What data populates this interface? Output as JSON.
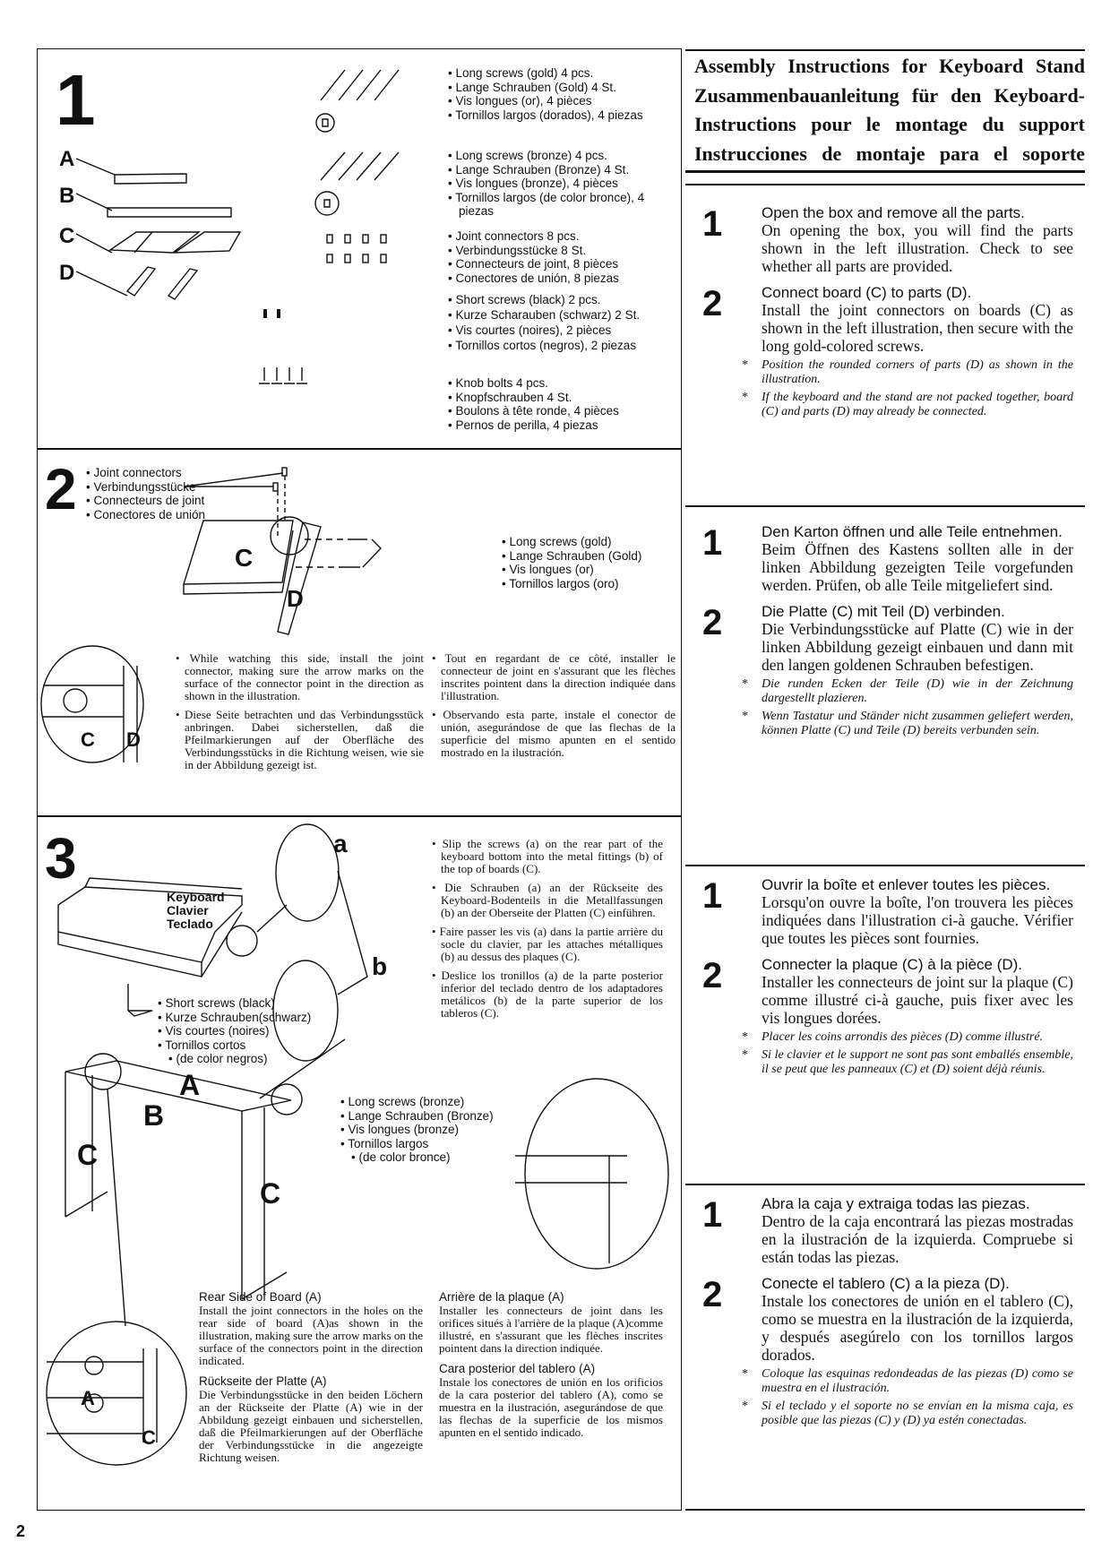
{
  "left": {
    "step1": {
      "number": "1",
      "part_labels": [
        "A",
        "B",
        "C",
        "D"
      ],
      "parts": [
        {
          "icon": "long-screw-gold-icon",
          "lines": [
            "Long screws (gold) 4 pcs.",
            "Lange Schrauben (Gold) 4 St.",
            "Vis longues (or), 4 pièces",
            "Tornillos largos (dorados), 4 piezas"
          ]
        },
        {
          "icon": "long-screw-bronze-icon",
          "lines": [
            "Long screws (bronze) 4 pcs.",
            "Lange Schrauben (Bronze) 4 St.",
            "Vis longues (bronze), 4 pièces",
            "Tornillos largos (de color bronce), 4 piezas"
          ]
        },
        {
          "icon": "joint-connector-icon",
          "lines": [
            "Joint connectors 8 pcs.",
            "Verbindungsstücke 8 St.",
            "Connecteurs de joint, 8 pièces",
            "Conectores de unión, 8 piezas"
          ]
        },
        {
          "icon": "short-screw-icon",
          "lines": [
            "Short screws (black) 2 pcs.",
            "Kurze Scharauben (schwarz) 2 St.",
            "Vis courtes (noires), 2 pièces",
            "Tornillos cortos (negros), 2 piezas"
          ]
        },
        {
          "icon": "knob-bolt-icon",
          "lines": [
            "Knob bolts 4 pcs.",
            "Knopfschrauben 4 St.",
            "Boulons à tête ronde, 4 pièces",
            "Pernos de perilla, 4 piezas"
          ]
        }
      ]
    },
    "step2": {
      "number": "2",
      "connectors": [
        "Joint connectors",
        "Verbindungsstücke",
        "Connecteurs de joint",
        "Conectores de unión"
      ],
      "screws": [
        "Long screws (gold)",
        "Lange Schrauben (Gold)",
        "Vis longues (or)",
        "Tornillos largos (oro)"
      ],
      "label_c": "C",
      "label_d": "D",
      "notes": [
        "While watching this side, install the joint connector, making sure the arrow marks on the surface of the connector point in the direction as shown in the illustration.",
        "Diese Seite betrachten und das Verbindungsstück anbringen. Dabei sicherstellen, daß die Pfeilmarkierungen auf der Oberfläche des Verbindungsstücks in die Richtung weisen, wie sie in der Abbildung gezeigt ist.",
        "Tout en regardant de ce côté, installer le connecteur de joint en s'assurant que les flèches inscrites pointent dans la direction indiquée dans l'illustration.",
        "Observando esta parte, instale el conector de unión, asegurándose de que las flechas de la superficie del mismo apunten en el sentido mostrado en la ilustración."
      ]
    },
    "step3": {
      "number": "3",
      "keyboard": [
        "Keyboard",
        "Clavier",
        "Teclado"
      ],
      "label_a_small": "a",
      "label_b_small": "b",
      "label_a": "A",
      "label_b": "B",
      "label_c": "C",
      "short_screws": [
        "Short screws (black)",
        "Kurze Schrauben(schwarz)",
        "Vis courtes (noires)",
        "Tornillos cortos",
        "(de color negros)"
      ],
      "long_screws": [
        "Long screws (bronze)",
        "Lange Schrauben (Bronze)",
        "Vis longues (bronze)",
        "Tornillos largos",
        "(de color bronce)"
      ],
      "notes": [
        "Slip the screws (a) on the rear part of the keyboard bottom into the metal fittings (b) of the top of boards (C).",
        "Die Schrauben (a) an der Rückseite des Keyboard-Bodenteils in die Metallfassungen (b) an der Oberseite der Platten (C) einführen.",
        "Faire passer les vis (a) dans la partie arrière du socle du clavier, par les attaches métalliques (b) au dessus des plaques (C).",
        "Deslice los tronillos (a) de la parte posterior inferior del teclado dentro de los adaptadores metálicos (b) de la parte superior de los tableros (C)."
      ],
      "rear": [
        {
          "heading": "Rear Side of Board (A)",
          "text": "Install the joint connectors in the holes on the rear side of board (A)as shown in the illustration, making sure the arrow marks on the surface of the connectors point in the direction indicated."
        },
        {
          "heading": "Rückseite der Platte (A)",
          "text": "Die Verbindungsstücke in den beiden Löchern an der Rückseite der Platte (A) wie in der Abbildung gezeigt einbauen und sicherstellen, daß die Pfeilmarkierungen auf der Oberfläche der Verbindungsstücke in die angezeigte Richtung weisen."
        },
        {
          "heading": "Arrière de la plaque (A)",
          "text": "Installer les connecteurs de joint dans les orifices situés à l'arrière de la plaque (A)comme illustré, en s'assurant que les flèches inscrites pointent dans la direction indiquée."
        },
        {
          "heading": "Cara posterior del tablero (A)",
          "text": "Instale los conectores de unión en los orificios de la cara posterior del tablero (A), como se muestra en la ilustración, asegurándose de que las flechas de la superficie de los mismos apunten en el sentido indicado."
        }
      ]
    }
  },
  "right": {
    "titles": [
      "Assembly Instructions for Keyboard Stand",
      "Zusammenbauanleitung für den Keyboard-",
      "Instructions pour le montage du support",
      "Instrucciones de montaje para el soporte"
    ],
    "sections": [
      {
        "s1_num": "1",
        "s1_head": "Open the box and remove all the parts.",
        "s1_body": "On opening the box, you will find the parts shown in the left illustration. Check to see whether all parts are provided.",
        "s2_num": "2",
        "s2_head": "Connect board (C) to parts (D).",
        "s2_body": "Install the joint connectors on boards (C) as shown in the left illustration, then secure with the long gold-colored screws.",
        "notes": [
          "Position the rounded corners of parts (D) as shown in the illustration.",
          "If the keyboard and the stand are not packed together, board (C) and parts (D) may already be connected."
        ]
      },
      {
        "s1_num": "1",
        "s1_head": "Den Karton öffnen und alle Teile entnehmen.",
        "s1_body": "Beim Öffnen des Kastens sollten alle in der linken Abbildung gezeigten Teile vorgefunden werden. Prüfen, ob alle Teile mitgeliefert sind.",
        "s2_num": "2",
        "s2_head": "Die Platte (C) mit Teil (D) verbinden.",
        "s2_body": "Die Verbindungsstücke auf Platte (C) wie in der linken Abbildung gezeigt einbauen und dann mit den langen goldenen Schrauben befestigen.",
        "notes": [
          "Die runden Ecken der Teile (D) wie in der Zeichnung dargestellt plazieren.",
          "Wenn Tastatur und Ständer nicht zusammen geliefert werden, können Platte (C) und Teile (D) bereits verbunden sein."
        ]
      },
      {
        "s1_num": "1",
        "s1_head": "Ouvrir la boîte et enlever toutes les pièces.",
        "s1_body": "Lorsqu'on ouvre la boîte, l'on trouvera les pièces indiquées dans l'illustration ci-à gauche. Vérifier que toutes les pièces sont fournies.",
        "s2_num": "2",
        "s2_head": "Connecter la plaque (C) à la pièce (D).",
        "s2_body": "Installer les connecteurs de joint sur la plaque (C) comme illustré ci-à gauche, puis fixer avec les vis longues dorées.",
        "notes": [
          "Placer les coins arrondis des pièces (D) comme illustré.",
          "Si le clavier et le support ne sont pas sont emballés ensemble, il se peut que les panneaux (C) et (D) soient déjà réunis."
        ]
      },
      {
        "s1_num": "1",
        "s1_head": "Abra la caja y extraiga todas las piezas.",
        "s1_body": "Dentro de la caja encontrará las piezas mostradas en la ilustración de la izquierda. Compruebe si están todas las piezas.",
        "s2_num": "2",
        "s2_head": "Conecte el tablero (C) a la pieza (D).",
        "s2_body": "Instale los conectores de unión en el tablero (C), como se muestra en la ilustración de la izquierda, y después asegúrelo con los tornillos largos dorados.",
        "notes": [
          "Coloque las esquinas redondeadas de las piezas (D) como se muestra en el ilustración.",
          "Si el teclado y el soporte no se envían en la misma caja, es posible que las piezas (C) y (D) ya estén conectadas."
        ]
      }
    ]
  },
  "page_number": "2"
}
